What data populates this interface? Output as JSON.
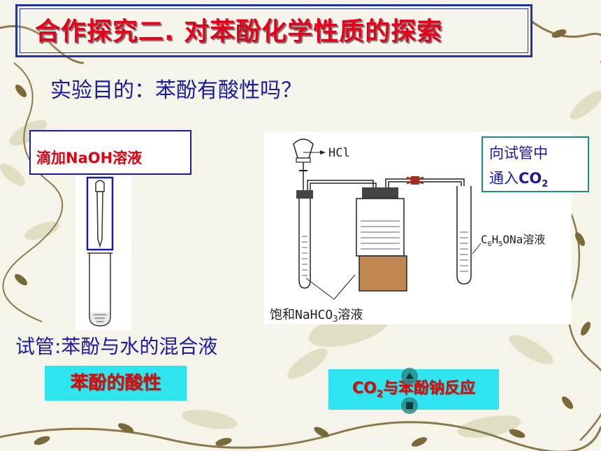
{
  "slide": {
    "title": "合作探究二. 对苯酚化学性质的探索",
    "subtitle": "实验目的：苯酚有酸性吗？"
  },
  "left_experiment": {
    "dropper_label": "滴加NaOH溶液",
    "tube_caption": "试管:苯酚与水的混合液"
  },
  "right_experiment": {
    "note_line1": "向试管中",
    "note_line2_prefix": "通入",
    "note_line2_formula": "CO",
    "note_line2_sub": "2",
    "label_hcl": "HCl",
    "label_phenoxide": "C6H5ONa溶液",
    "label_phenoxide_c": "C",
    "label_phenoxide_6": "6",
    "label_phenoxide_h": "H",
    "label_phenoxide_5": "5",
    "label_phenoxide_rest": "ONa溶液",
    "label_bicarbonate_prefix": "饱和NaHCO",
    "label_bicarbonate_sub": "3",
    "label_bicarbonate_suffix": "溶液"
  },
  "buttons": {
    "acidity": "苯酚的酸性",
    "reaction_prefix": "CO",
    "reaction_sub": "2",
    "reaction_suffix": "与苯酚钠反应"
  },
  "colors": {
    "title_red": "#e8001a",
    "body_blue": "#1a1aa0",
    "button_cyan": "#2fe6f0",
    "note_border_teal": "#1f8a8a",
    "block_brown": "#c08850"
  }
}
